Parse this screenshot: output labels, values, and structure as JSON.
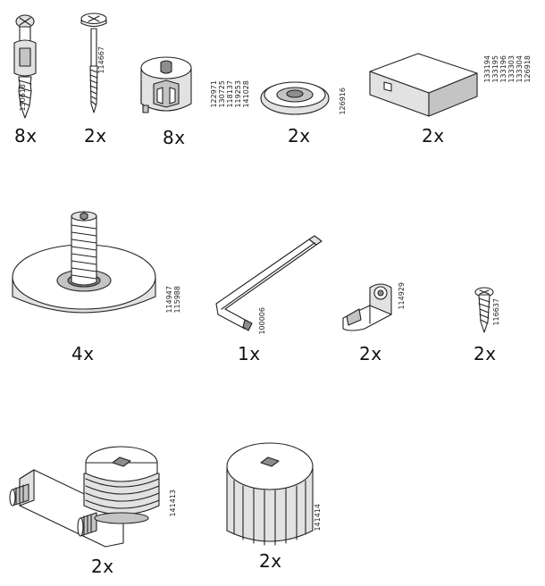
{
  "parts": [
    {
      "id": "cam-bolt",
      "quantity": "8x",
      "codes": [
        "130618"
      ]
    },
    {
      "id": "long-screw",
      "quantity": "2x",
      "codes": [
        "114667"
      ]
    },
    {
      "id": "cam-lock",
      "quantity": "8x",
      "codes": [
        "122971",
        "130725",
        "118137",
        "119253",
        "141028"
      ]
    },
    {
      "id": "dish-washer",
      "quantity": "2x",
      "codes": [
        "126916"
      ]
    },
    {
      "id": "block-pad",
      "quantity": "2x",
      "codes": [
        "133194",
        "133195",
        "133196",
        "133303",
        "133304",
        "126918"
      ]
    },
    {
      "id": "leveling-foot",
      "quantity": "4x",
      "codes": [
        "114947",
        "115988"
      ]
    },
    {
      "id": "allen-key",
      "quantity": "1x",
      "codes": [
        "100006"
      ]
    },
    {
      "id": "shelf-clip",
      "quantity": "2x",
      "codes": [
        "114929"
      ]
    },
    {
      "id": "short-screw",
      "quantity": "2x",
      "codes": [
        "116637"
      ]
    },
    {
      "id": "bracket-connector",
      "quantity": "2x",
      "codes": [
        "141413"
      ]
    },
    {
      "id": "knurled-cap",
      "quantity": "2x",
      "codes": [
        "141414"
      ]
    }
  ]
}
